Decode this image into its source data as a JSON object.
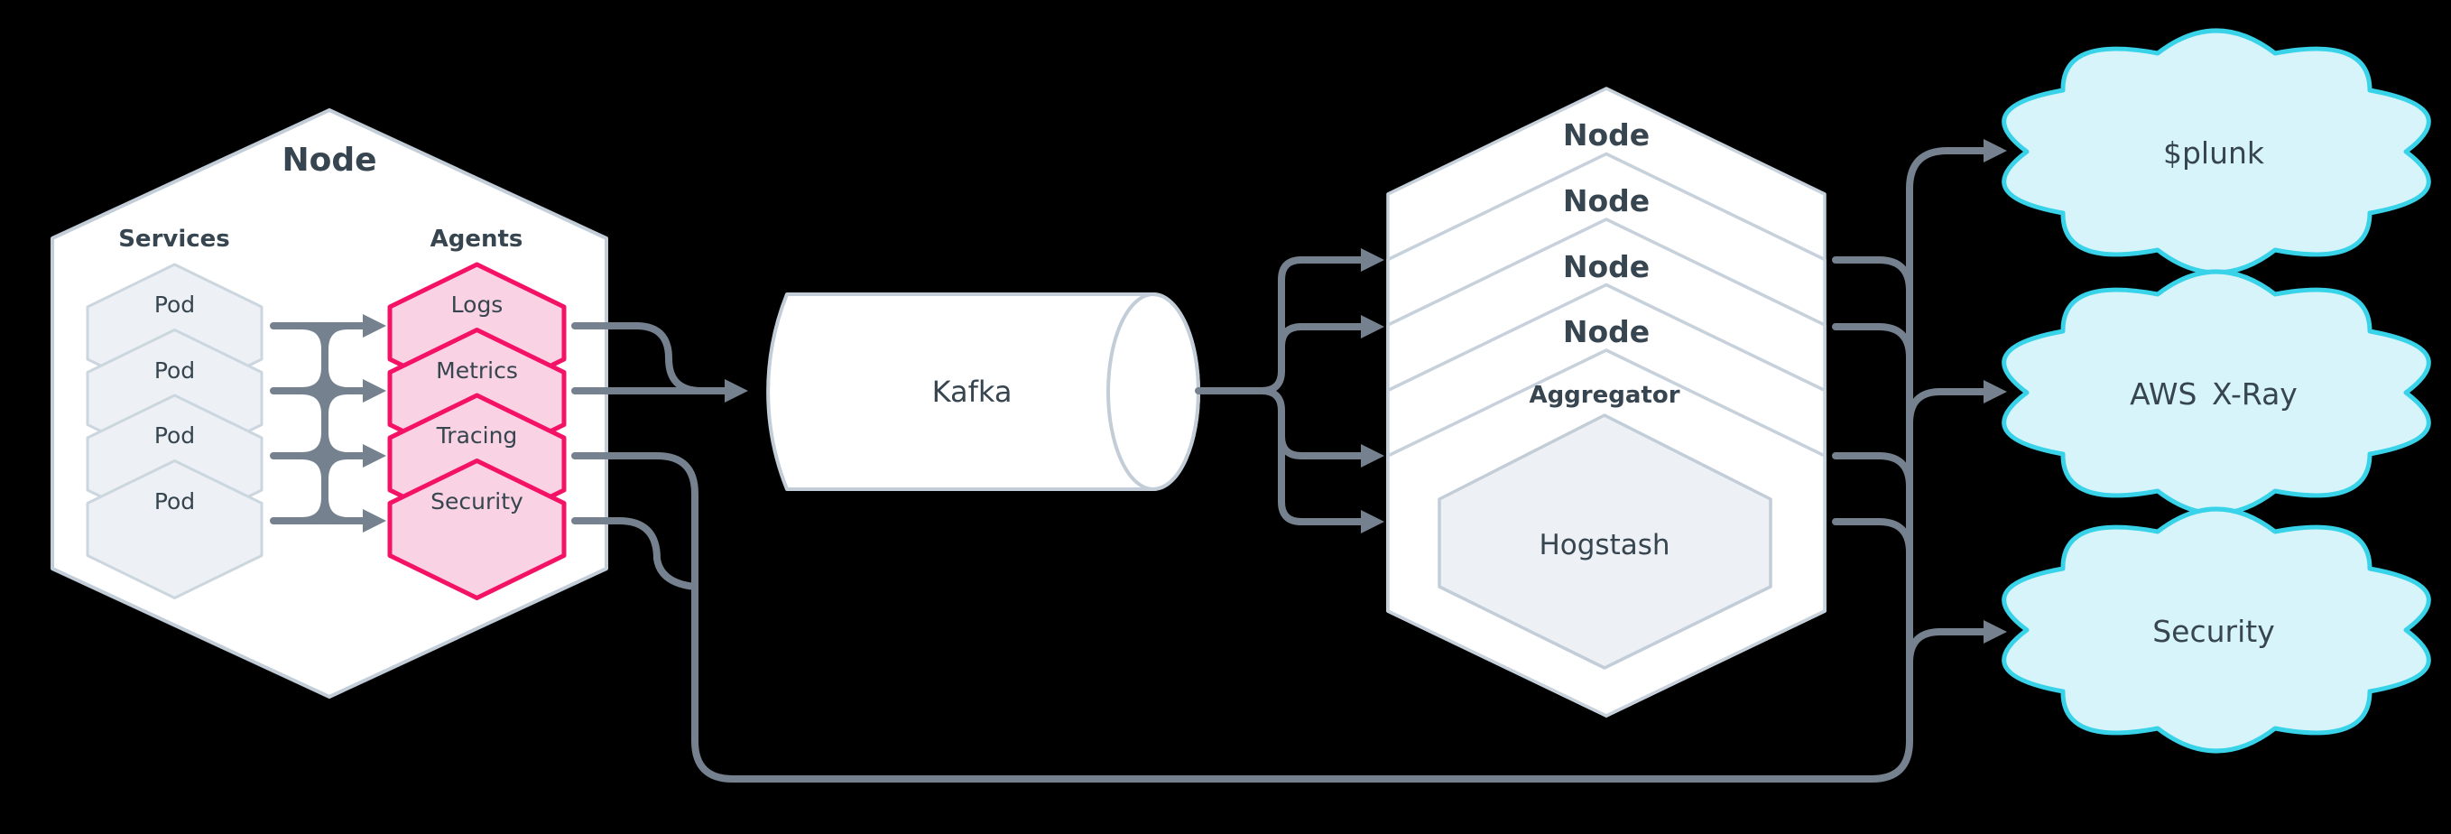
{
  "diagram": {
    "background": "#000000",
    "colors": {
      "accent_pink": "#f31266",
      "pink_fill": "#f9d3e3",
      "cloud_stroke": "#38d3e9",
      "cloud_fill": "#d8f4fb",
      "connector_gray": "#75818e",
      "shape_stroke": "#c2cdd8",
      "pod_fill": "#edf1f5",
      "text_dark": "#36454f",
      "shape_fill": "#ffffff"
    },
    "left_node": {
      "title": "Node",
      "services_label": "Services",
      "agents_label": "Agents",
      "pods": [
        "Pod",
        "Pod",
        "Pod",
        "Pod"
      ],
      "agents": [
        "Logs",
        "Metrics",
        "Tracing",
        "Security"
      ]
    },
    "kafka": {
      "label": "Kafka"
    },
    "aggregator_stack": {
      "node_labels": [
        "Node",
        "Node",
        "Node",
        "Node"
      ],
      "aggregator_label": "Aggregator",
      "inner_label": "Hogstash"
    },
    "destinations": [
      {
        "label": "$plunk"
      },
      {
        "label": "AWS X-Ray"
      },
      {
        "label": "Security"
      }
    ]
  }
}
